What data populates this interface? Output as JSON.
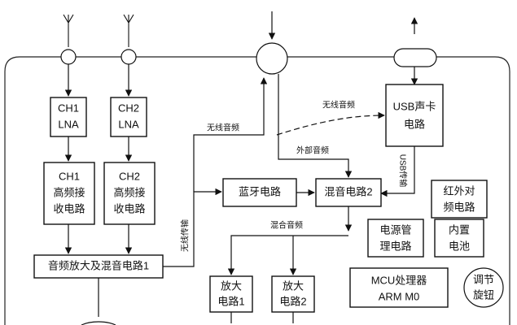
{
  "blocks": {
    "ch1_lna": [
      "CH1",
      "LNA"
    ],
    "ch2_lna": [
      "CH2",
      "LNA"
    ],
    "ch1_rx": [
      "CH1",
      "高频接",
      "收电路"
    ],
    "ch2_rx": [
      "CH2",
      "高频接",
      "收电路"
    ],
    "audio_amp_mix": "音频放大及混音电路1",
    "bluetooth": "蓝牙电路",
    "mixer2": "混音电路2",
    "usb_sound": [
      "USB声卡",
      "电路"
    ],
    "ir_freq": [
      "红外对",
      "频电路"
    ],
    "power_mgmt": [
      "电源管",
      "理电路"
    ],
    "battery": [
      "内置",
      "电池"
    ],
    "mcu": [
      "MCU处理器",
      "ARM M0"
    ],
    "knob": [
      "调节",
      "旋钮"
    ],
    "amp1": [
      "放大",
      "电路1"
    ],
    "amp2": [
      "放大",
      "电路2"
    ]
  },
  "labels": {
    "wireless_audio_1": "无线音频",
    "wireless_audio_2": "无线音频",
    "external_audio": "外部音频",
    "mixed_audio": "混合音频",
    "usb_transfer": "USB传输",
    "wireless_transfer": "无线传输"
  }
}
